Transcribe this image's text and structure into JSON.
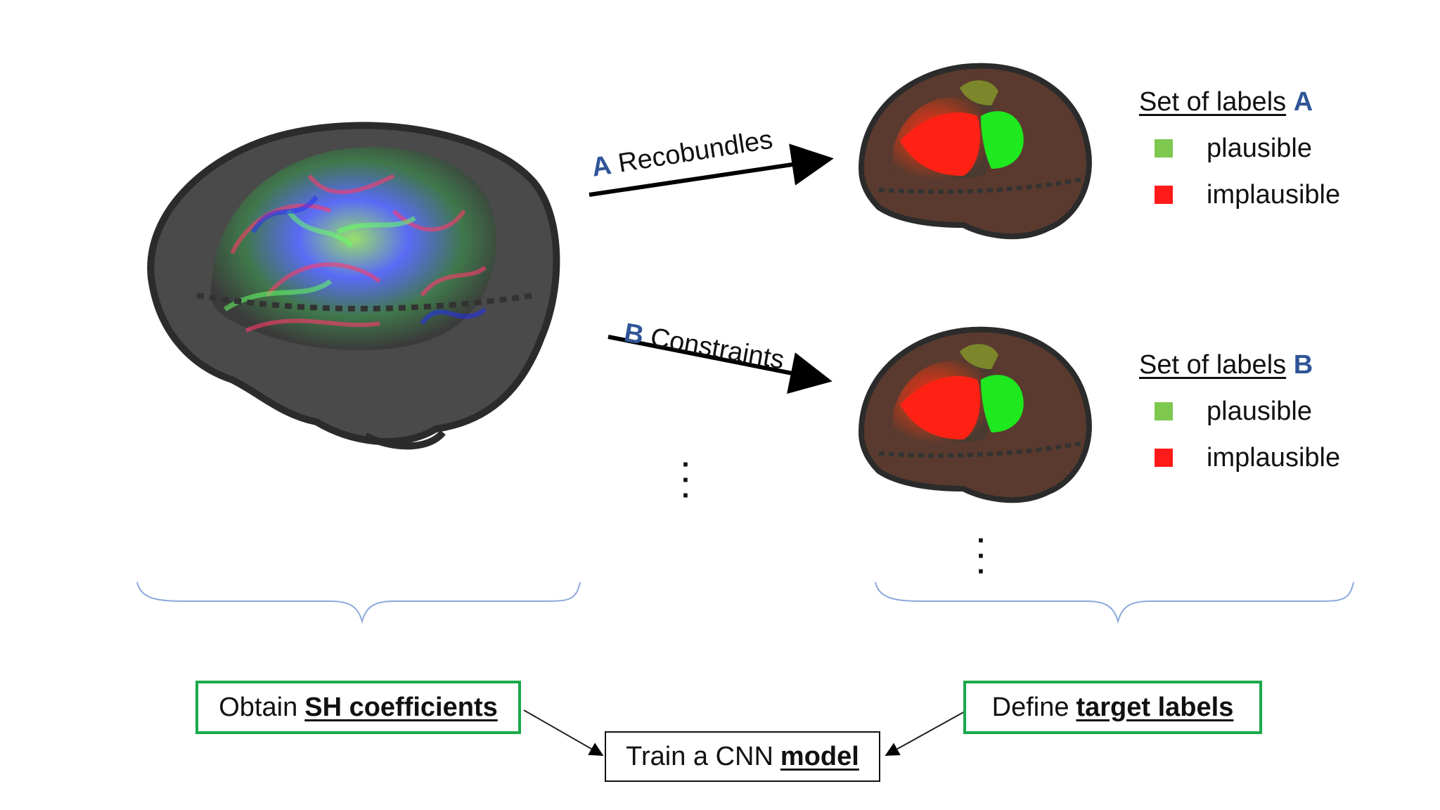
{
  "arrows": {
    "a": {
      "letter": "A",
      "label": "Recobundles"
    },
    "b": {
      "letter": "B",
      "label": "Constraints"
    }
  },
  "legends": [
    {
      "prefix": "Set of labels",
      "letter": "A",
      "items": [
        {
          "label": "plausible",
          "color": "#7ec850"
        },
        {
          "label": "implausible",
          "color": "#ff1a1a"
        }
      ]
    },
    {
      "prefix": "Set of labels",
      "letter": "B",
      "items": [
        {
          "label": "plausible",
          "color": "#7ec850"
        },
        {
          "label": "implausible",
          "color": "#ff1a1a"
        }
      ]
    }
  ],
  "boxes": {
    "sh": {
      "prefix": "Obtain",
      "bold": "SH coefficients"
    },
    "labels": {
      "prefix": "Define",
      "bold": "target labels"
    },
    "train": {
      "prefix": "Train a CNN",
      "bold": "model"
    }
  },
  "colors": {
    "accent_letter": "#2f5597",
    "box_green": "#1aa94a",
    "brace": "#8eaadb"
  }
}
